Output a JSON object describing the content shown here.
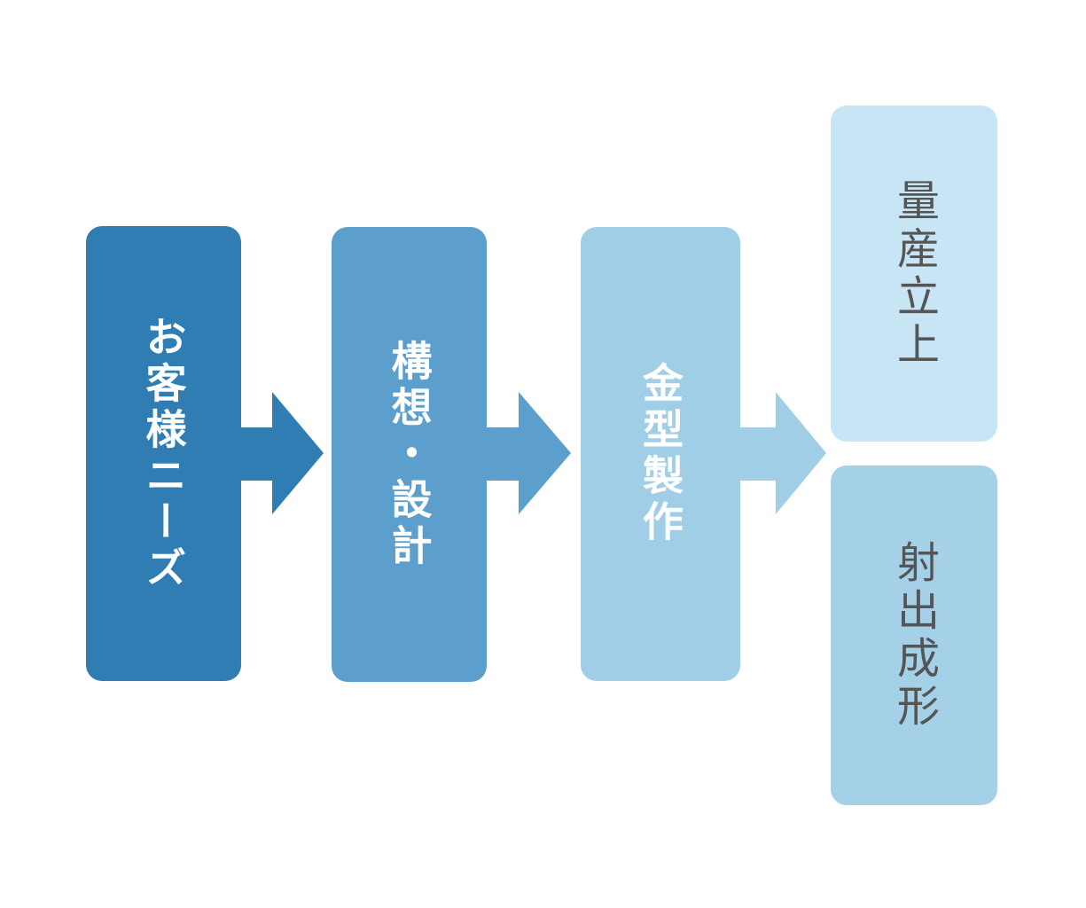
{
  "flow": {
    "step1": {
      "label": "お客様ニーズ",
      "color": "#2f7db3"
    },
    "step2": {
      "label": "構想・設計",
      "color": "#5c9fcc"
    },
    "step3": {
      "label": "金型製作",
      "color": "#a0cee7"
    },
    "step4a": {
      "label": "量産立上",
      "color": "#c7e5f4"
    },
    "step4b": {
      "label": "射出成形",
      "color": "#a4d0e8"
    }
  },
  "arrows": [
    {
      "name": "arrow-right-icon",
      "color": "#2f7db3"
    },
    {
      "name": "arrow-right-icon",
      "color": "#5c9fcc"
    },
    {
      "name": "arrow-right-icon",
      "color": "#a0cee7"
    }
  ]
}
